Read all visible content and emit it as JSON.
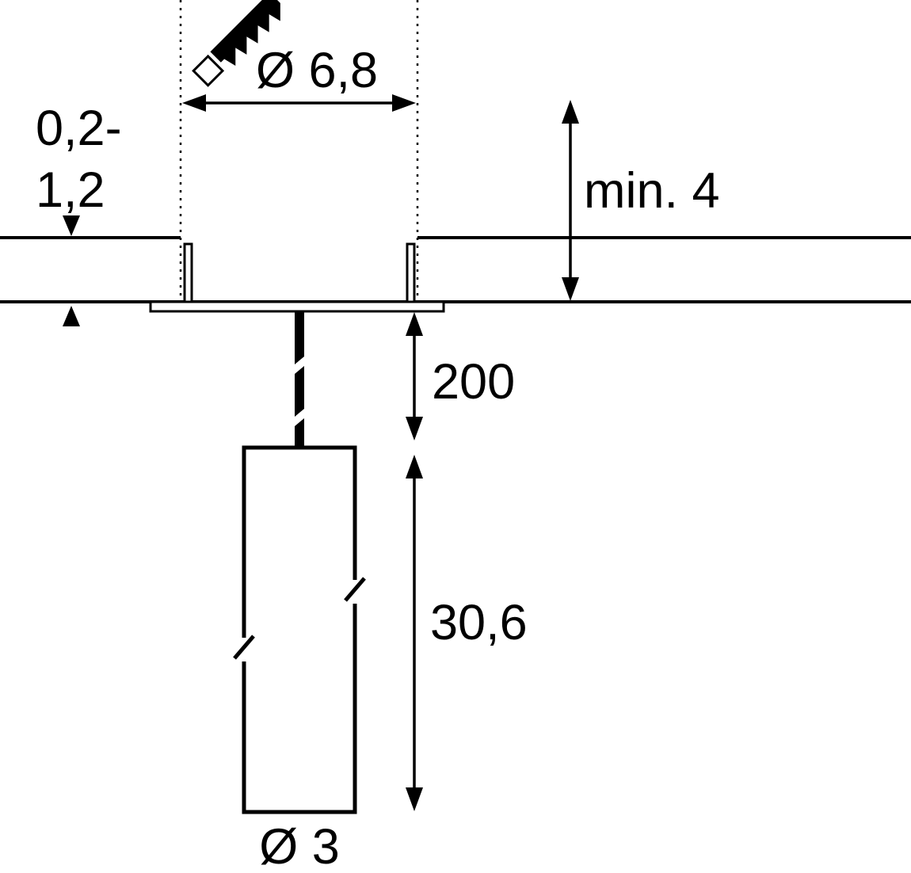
{
  "diagram": {
    "type": "technical-installation-dimension-drawing",
    "labels": {
      "hole_diameter": "Ø 6,8",
      "ceiling_thickness_line1": "0,2-",
      "ceiling_thickness_line2": "1,2",
      "min_clearance": "min. 4",
      "suspension_length": "200",
      "body_length": "30,6",
      "body_diameter": "Ø 3"
    },
    "colors": {
      "line": "#000000",
      "background": "#ffffff"
    },
    "icons": [
      "drill-bit-icon"
    ]
  }
}
